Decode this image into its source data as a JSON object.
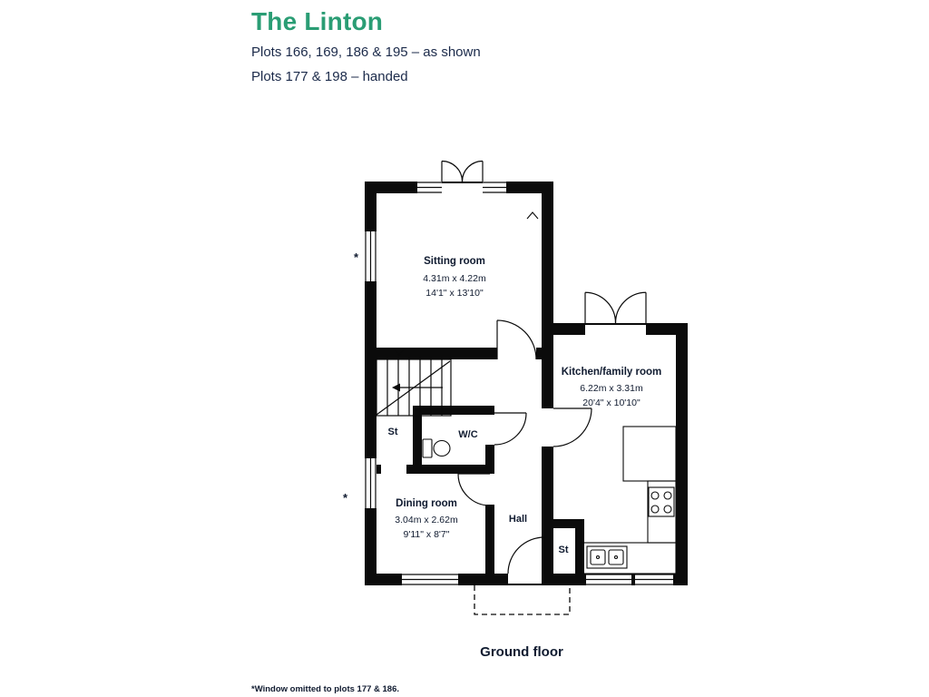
{
  "header": {
    "title": "The Linton",
    "subtitle1": "Plots 166, 169, 186 & 195 – as shown",
    "subtitle2": "Plots 177 & 198 – handed"
  },
  "colors": {
    "accent_green": "#2A9D74",
    "body_text": "#1B2A4A",
    "wall_black": "#0B0B0B"
  },
  "rooms": [
    {
      "name": "Sitting room",
      "metric": "4.31m x 4.22m",
      "imperial": "14'1\" x 13'10\""
    },
    {
      "name": "Kitchen/family room",
      "metric": "6.22m x 3.31m",
      "imperial": "20'4\" x 10'10\""
    },
    {
      "name": "Dining room",
      "metric": "3.04m x 2.62m",
      "imperial": "9'11\" x 8'7\""
    }
  ],
  "labels": {
    "wc": "W/C",
    "hall": "Hall",
    "stairs_cupboard": "St",
    "hall_cupboard": "St",
    "ground_floor": "Ground floor",
    "window_note_mark": "*",
    "footnote": "*Window omitted to plots 177 & 186."
  }
}
